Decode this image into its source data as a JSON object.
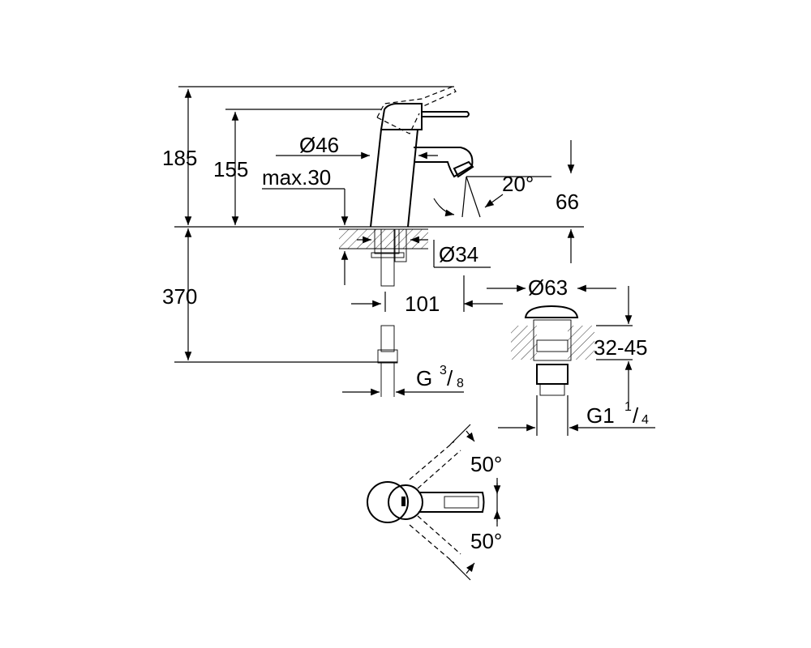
{
  "dimensions": {
    "height_total": "185",
    "height_spout": "155",
    "height_pipe": "370",
    "body_diameter": "Ø46",
    "deck_thickness": "max.30",
    "spout_angle": "20°",
    "spout_height": "66",
    "hole_diameter": "Ø34",
    "spout_reach": "101",
    "connection_thread": "G",
    "connection_thread_num": "3",
    "connection_thread_den": "8",
    "waste_diameter": "Ø63",
    "waste_range": "32-45",
    "waste_thread": "G1",
    "waste_thread_num": "1",
    "waste_thread_den": "4",
    "lever_angle_up": "50°",
    "lever_angle_down": "50°"
  },
  "colors": {
    "line": "#000000",
    "background": "#ffffff"
  }
}
